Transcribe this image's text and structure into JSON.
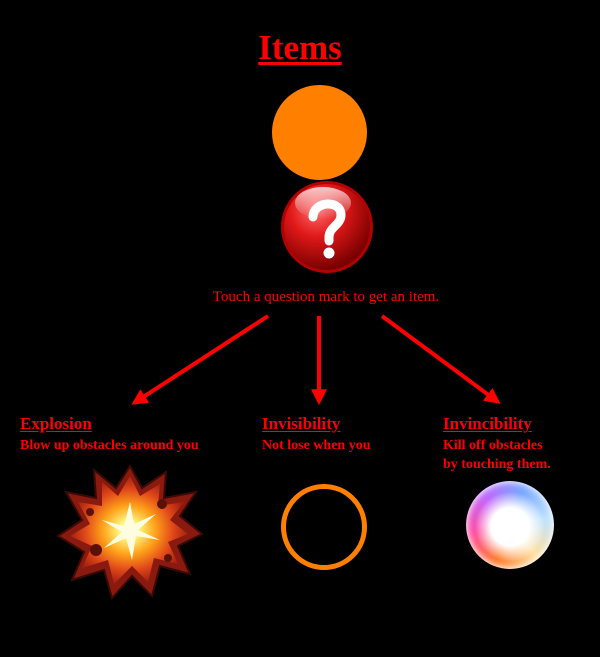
{
  "title": "Items",
  "instruction": "Touch a question mark to get an item.",
  "icons": {
    "orange_ball": "orange-ball-icon",
    "question_mark": "question-mark-icon",
    "explosion": "explosion-icon",
    "invisibility": "orange-ring-icon",
    "invincibility": "rainbow-bubble-icon"
  },
  "colors": {
    "background": "#000000",
    "text": "#ff0000",
    "arrow": "#ff0000",
    "orange": "#ff8000"
  },
  "items": [
    {
      "name": "Explosion",
      "description": [
        "Blow up obstacles around you"
      ]
    },
    {
      "name": "Invisibility",
      "description": [
        "Not lose when you"
      ]
    },
    {
      "name": "Invincibility",
      "description": [
        "Kill off obstacles",
        "by touching them."
      ]
    }
  ]
}
